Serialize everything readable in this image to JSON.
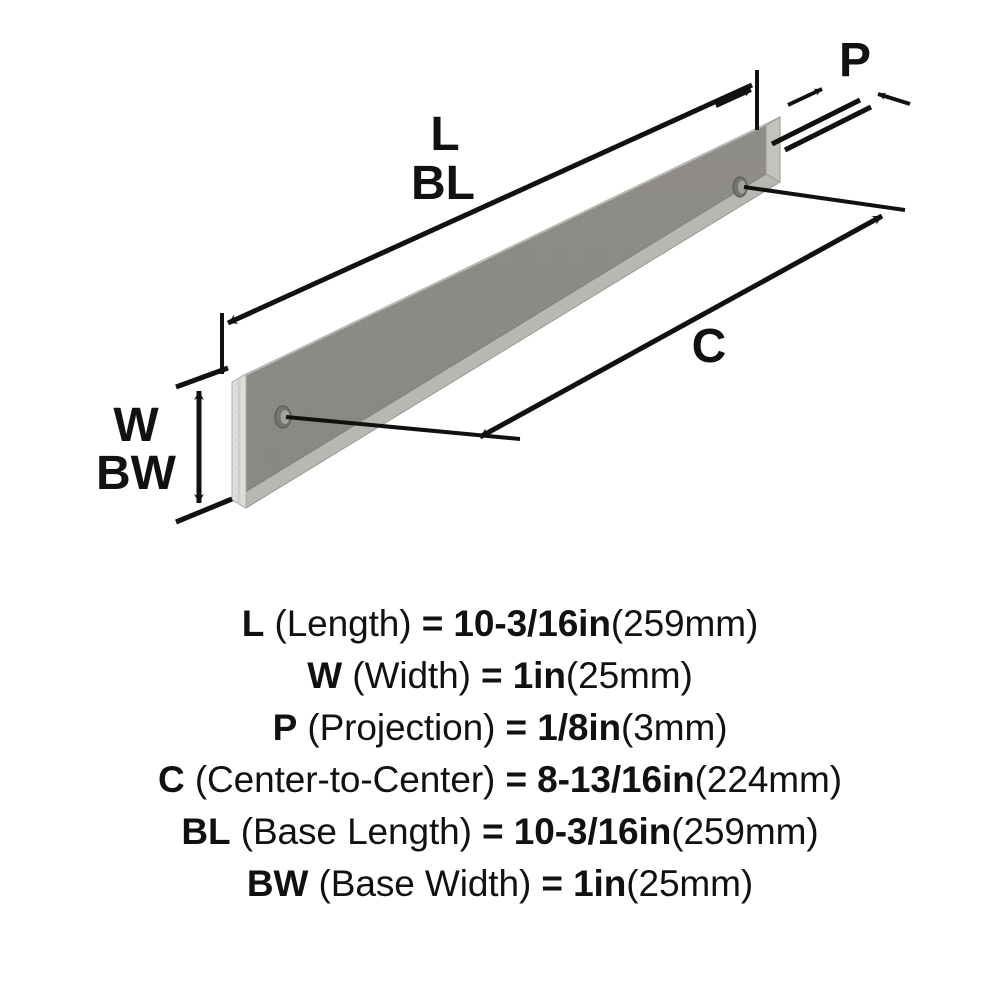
{
  "diagram": {
    "labels": {
      "length": "L",
      "base_length": "BL",
      "width": "W",
      "base_width": "BW",
      "projection": "P",
      "center_to_center": "C"
    },
    "colors": {
      "face": "#8b8984",
      "face_shadow": "#7d7b76",
      "top_edge": "#e9e9e6",
      "end_cap": "#dededa",
      "outline": "#9a9893",
      "line": "#111111",
      "background": "#ffffff"
    },
    "parts": {
      "bar": "rectangular-bar",
      "holes": 2,
      "hole_label": "mounting-hole"
    }
  },
  "specs": [
    {
      "abbr": "L",
      "name": "(Length)",
      "eq": "=",
      "imperial": "10-3/16in",
      "metric": "(259mm)"
    },
    {
      "abbr": "W",
      "name": "(Width)",
      "eq": "=",
      "imperial": "1in",
      "metric": "(25mm)"
    },
    {
      "abbr": "P",
      "name": "(Projection)",
      "eq": "=",
      "imperial": "1/8in",
      "metric": "(3mm)"
    },
    {
      "abbr": "C",
      "name": "(Center-to-Center)",
      "eq": "=",
      "imperial": "8-13/16in",
      "metric": "(224mm)"
    },
    {
      "abbr": "BL",
      "name": "(Base Length)",
      "eq": "=",
      "imperial": "10-3/16in",
      "metric": "(259mm)"
    },
    {
      "abbr": "BW",
      "name": "(Base Width)",
      "eq": "=",
      "imperial": "1in",
      "metric": "(25mm)"
    }
  ]
}
